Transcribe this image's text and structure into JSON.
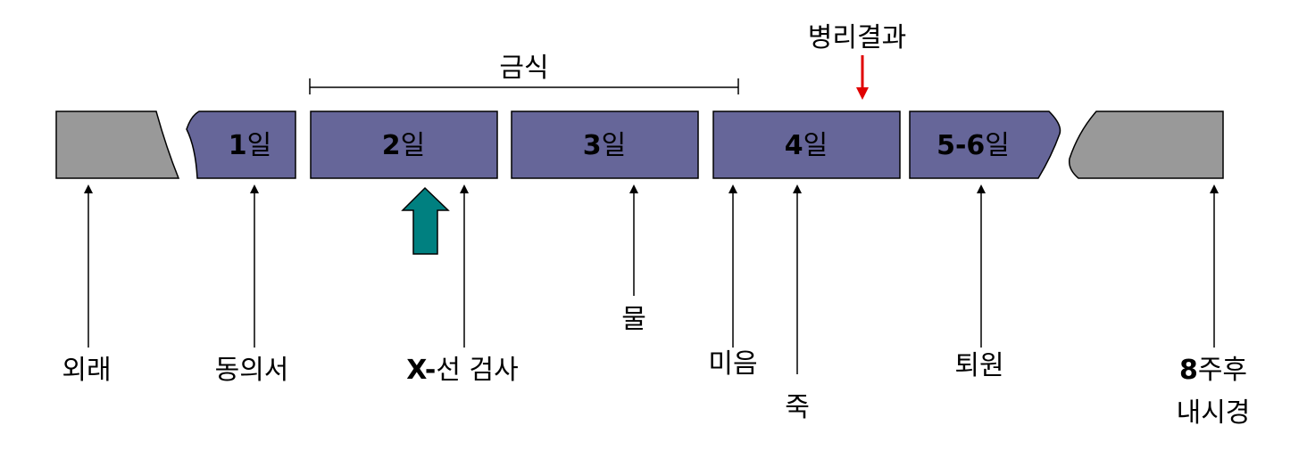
{
  "colors": {
    "day_fill": "#666699",
    "gray_fill": "#999999",
    "outline": "#000000",
    "green_arrow": "#008080",
    "red_arrow": "#e00000"
  },
  "timeline": {
    "day1": {
      "num": "1",
      "unit": "일"
    },
    "day2": {
      "num": "2",
      "unit": "일"
    },
    "day3": {
      "num": "3",
      "unit": "일"
    },
    "day4": {
      "num": "4",
      "unit": "일"
    },
    "day56": {
      "num": "5-6",
      "unit": "일"
    }
  },
  "top_labels": {
    "fasting": "금식",
    "pathology_result": "병리결과"
  },
  "events": {
    "visit": "외래",
    "consent": "동의서",
    "xray_prefix": "X-",
    "xray_rest": "선 검사",
    "water": "물",
    "rice_water": "미음",
    "porridge": "죽",
    "discharge": "퇴원",
    "followup_num": "8",
    "followup_rest": "주후",
    "followup_line2": "내시경"
  },
  "icons": {
    "green_arrow": "up-arrow-icon",
    "red_arrow": "down-arrow-icon"
  }
}
